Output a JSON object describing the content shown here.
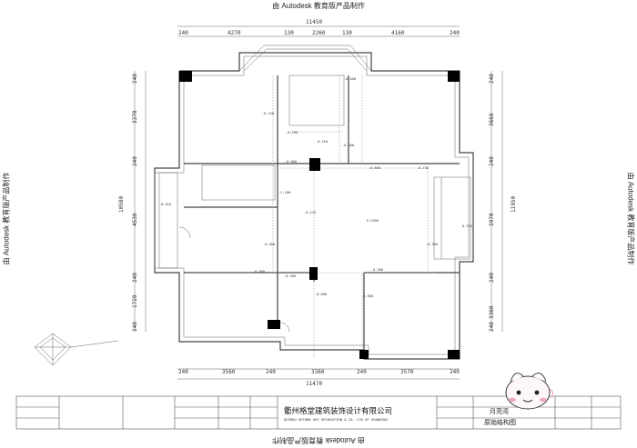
{
  "watermark": "由 Autodesk 教育版产品制作",
  "dims": {
    "top_total": "11450",
    "top_parts": [
      "240",
      "4270",
      "130",
      "2260",
      "130",
      "4160",
      "240"
    ],
    "bottom_total": "11470",
    "bottom_parts": [
      "240",
      "3560",
      "240",
      "3360",
      "240",
      "3570",
      "240"
    ],
    "left_total": "10580",
    "left_parts": [
      "240",
      "3370",
      "240",
      "4530",
      "240",
      "1720",
      "240"
    ],
    "right_total": "11950",
    "right_parts": [
      "240",
      "3660",
      "240",
      "3970",
      "240",
      "3360",
      "240"
    ]
  },
  "heights": [
    "-0.248",
    "-0.290",
    "-0.310",
    "-0.300",
    "-0.600",
    "-0.658",
    "-0.730",
    "-0.270",
    "-0.300",
    "-0.300",
    "-0.300",
    "-0.300",
    "-0.600",
    "-0.300",
    "-0.510",
    "-2.100",
    "-0.300",
    "-0.400",
    "0.720",
    "E:2950"
  ],
  "title_block": {
    "company_cn": "衢州格堂建筑装饰设计有限公司",
    "company_en": "QUZHOU GETANG ARC DECORATION & CO. LTD OF SHANGHAI",
    "project": "月亮湾",
    "drawing": "原始结构图"
  }
}
